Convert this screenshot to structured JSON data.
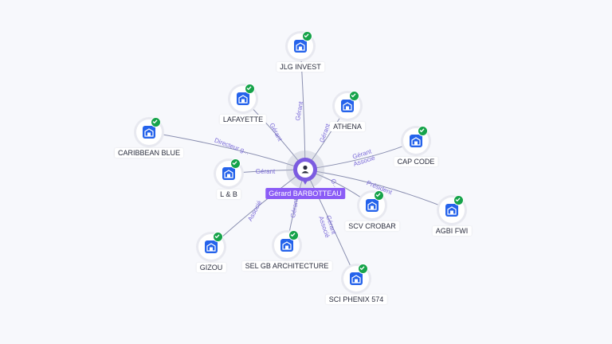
{
  "person": {
    "name": "Gérard BARBOTTEAU",
    "icon": "person-icon",
    "color": "#7c5ce0"
  },
  "companies": [
    {
      "id": "jlg",
      "name": "JLG INVEST",
      "icon": "building-icon",
      "verified": true
    },
    {
      "id": "lafayette",
      "name": "LAFAYETTE",
      "icon": "building-icon",
      "verified": true
    },
    {
      "id": "athena",
      "name": "ATHENA",
      "icon": "building-icon",
      "verified": true
    },
    {
      "id": "caribbean",
      "name": "CARIBBEAN BLUE",
      "icon": "building-icon",
      "verified": true
    },
    {
      "id": "capcode",
      "name": "CAP CODE",
      "icon": "building-icon",
      "verified": true
    },
    {
      "id": "lb",
      "name": "L & B",
      "icon": "building-icon",
      "verified": true
    },
    {
      "id": "scvcrobar",
      "name": "SCV CROBAR",
      "icon": "building-icon",
      "verified": true
    },
    {
      "id": "agbi",
      "name": "AGBI FWI",
      "icon": "building-icon",
      "verified": true
    },
    {
      "id": "gizou",
      "name": "GIZOU",
      "icon": "building-icon",
      "verified": true
    },
    {
      "id": "selgb",
      "name": "SEL GB ARCHITECTURE",
      "icon": "building-icon",
      "verified": true
    },
    {
      "id": "phenix",
      "name": "SCI PHENIX 574",
      "icon": "building-icon",
      "verified": true
    }
  ],
  "edges": [
    {
      "to": "jlg",
      "roles": [
        "Gérant"
      ]
    },
    {
      "to": "lafayette",
      "roles": [
        "Gérant"
      ]
    },
    {
      "to": "athena",
      "roles": [
        "Gérant"
      ]
    },
    {
      "to": "caribbean",
      "roles": [
        "Directeur g..."
      ]
    },
    {
      "to": "capcode",
      "roles": [
        "Gérant",
        "Associé"
      ]
    },
    {
      "to": "lb",
      "roles": [
        "Gérant"
      ]
    },
    {
      "to": "scvcrobar",
      "roles": [
        "G..."
      ]
    },
    {
      "to": "agbi",
      "roles": [
        "Président"
      ]
    },
    {
      "to": "gizou",
      "roles": [
        "Associé"
      ]
    },
    {
      "to": "selgb",
      "roles": [
        "Gérant"
      ]
    },
    {
      "to": "phenix",
      "roles": [
        "Gérant",
        "Associé"
      ]
    }
  ],
  "colors": {
    "background": "#f7f8fc",
    "company_icon": "#2563eb",
    "verified": "#16a34a",
    "person_label": "#8b5cf6",
    "edge_label": "#7a6ad8"
  }
}
